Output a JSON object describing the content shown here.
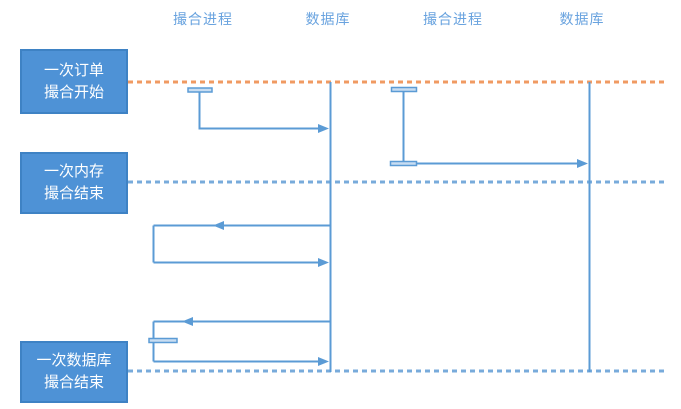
{
  "colors": {
    "background": "#FFFFFF",
    "box_fill": "#4E92D6",
    "box_border": "#3E82C4",
    "box_text": "#FFFFFF",
    "header_text": "#69A3DF",
    "line": "#5B9BD5",
    "activation_fill": "#C8DDF2",
    "dashed_orange": "#F09A62",
    "dashed_blue": "#78ABDB"
  },
  "header": {
    "columns": [
      {
        "label": "撮合进程"
      },
      {
        "label": "数据库"
      },
      {
        "label": "撮合进程"
      },
      {
        "label": "数据库"
      }
    ]
  },
  "milestones": [
    {
      "line1": "一次订单",
      "line2": "撮合开始",
      "rule_color": "#F09A62"
    },
    {
      "line1": "一次内存",
      "line2": "撮合结束",
      "rule_color": "#78ABDB"
    },
    {
      "line1": "一次数据库",
      "line2": "撮合结束",
      "rule_color": "#78ABDB"
    }
  ]
}
